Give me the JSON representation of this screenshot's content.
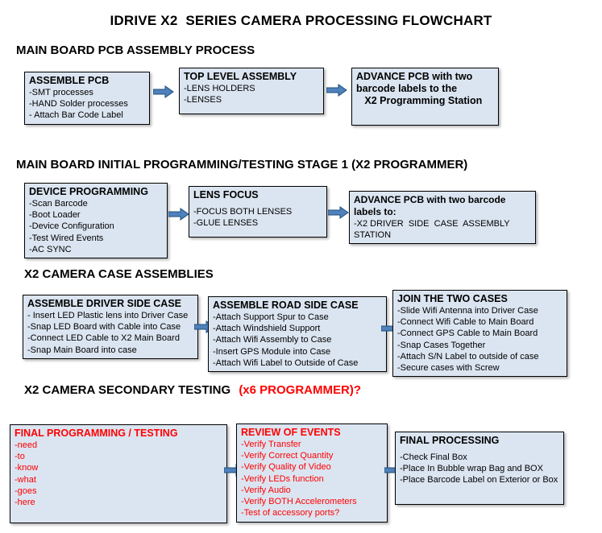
{
  "title": "IDRIVE X2  SERIES CAMERA PROCESSING FLOWCHART",
  "colors": {
    "box_fill": "#dbe5f1",
    "box_border": "#000000",
    "arrow_blue": "#4f81bd",
    "accent_red": "#ff0000",
    "background": "#ffffff"
  },
  "sections": [
    {
      "heading": "MAIN BOARD PCB ASSEMBLY PROCESS",
      "boxes": [
        {
          "title": "ASSEMBLE PCB",
          "items": [
            "-SMT processes",
            "-HAND Solder processes",
            "- Attach Bar Code Label"
          ]
        },
        {
          "title": "TOP LEVEL ASSEMBLY",
          "items": [
            "-LENS HOLDERS",
            "-LENSES"
          ]
        },
        {
          "title": "ADVANCE PCB with two barcode labels to the",
          "items": [
            "   X2 Programming Station"
          ]
        }
      ]
    },
    {
      "heading": "MAIN BOARD INITIAL PROGRAMMING/TESTING STAGE 1 (X2 PROGRAMMER)",
      "boxes": [
        {
          "title": "DEVICE PROGRAMMING",
          "items": [
            "-Scan Barcode",
            "-Boot Loader",
            "-Device Configuration",
            "-Test Wired Events",
            "-AC SYNC"
          ]
        },
        {
          "title": "LENS FOCUS",
          "items": [
            "-FOCUS BOTH LENSES",
            "-GLUE LENSES"
          ]
        },
        {
          "title": "ADVANCE PCB with two barcode labels to:",
          "items": [
            "-X2 DRIVER  SIDE  CASE  ASSEMBLY STATION"
          ]
        }
      ]
    },
    {
      "heading": "X2 CAMERA CASE ASSEMBLIES",
      "boxes": [
        {
          "title": "ASSEMBLE DRIVER SIDE CASE",
          "items": [
            "- Insert LED Plastic lens into Driver Case",
            "-Snap LED Board with Cable into Case",
            "-Connect LED Cable to X2 Main Board",
            "-Snap Main Board into case"
          ]
        },
        {
          "title": "ASSEMBLE ROAD SIDE CASE",
          "items": [
            "-Attach Support Spur to Case",
            "-Attach Windshield Support",
            "-Attach Wifi Assembly to Case",
            "-Insert GPS Module into Case",
            "-Attach Wifi Label to Outside of Case"
          ]
        },
        {
          "title": "JOIN THE TWO CASES",
          "items": [
            "-Slide Wifi Antenna into Driver Case",
            "-Connect Wifi Cable to Main Board",
            "-Connect GPS Cable to Main Board",
            "-Snap Cases Together",
            "-Attach S/N Label to outside of case",
            "-Secure cases with Screw"
          ]
        }
      ]
    },
    {
      "heading": "X2 CAMERA SECONDARY TESTING ",
      "heading_accent": "(x6 PROGRAMMER)?",
      "boxes": [
        {
          "title": "FINAL PROGRAMMING / TESTING",
          "items": [
            "-need",
            "-to",
            "-know",
            "-what",
            "-goes",
            "-here"
          ]
        },
        {
          "title": "REVIEW OF EVENTS",
          "items": [
            "-Verify Transfer",
            "-Verify Correct Quantity",
            "-Verify Quality of Video",
            "-Verify LEDs function",
            "-Verify Audio",
            "-Verify BOTH Accelerometers",
            "-Test of accessory ports?"
          ]
        },
        {
          "title": "FINAL PROCESSING",
          "items": [
            "-Check Final Box",
            "-Place In Bubble wrap Bag and BOX",
            "-Place Barcode Label on Exterior or Box"
          ]
        }
      ]
    }
  ]
}
